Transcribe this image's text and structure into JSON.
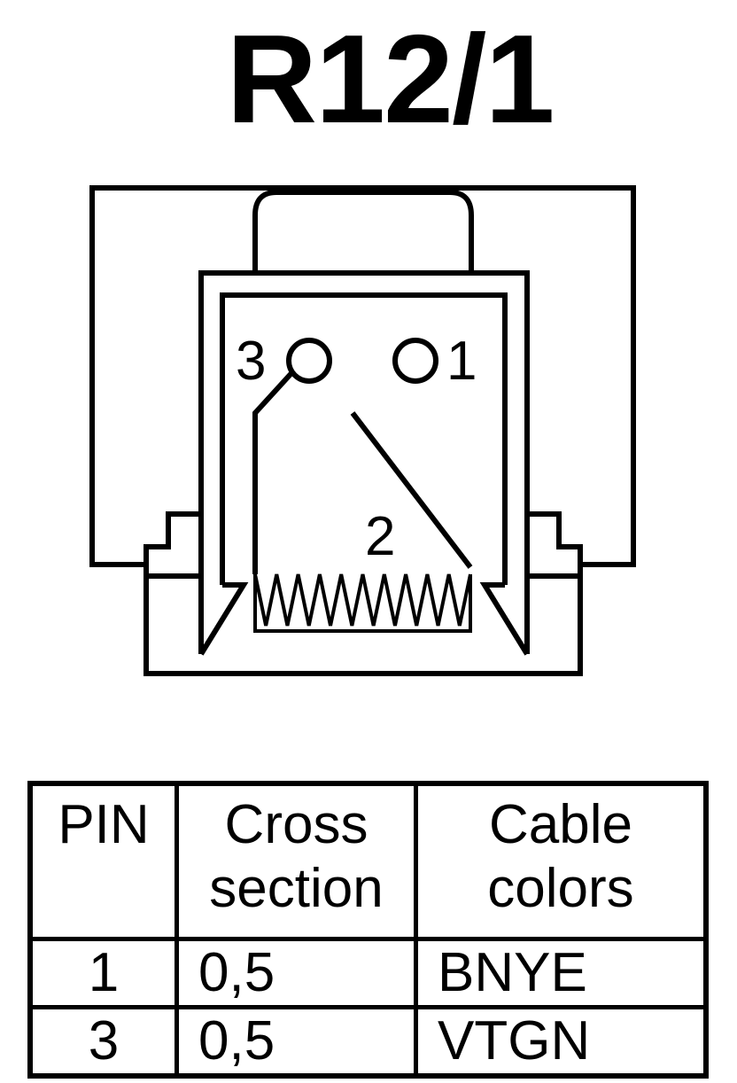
{
  "title": "R12/1",
  "diagram": {
    "pin_labels": [
      "3",
      "1",
      "2"
    ]
  },
  "table": {
    "headers": {
      "pin": "PIN",
      "cross_line1": "Cross",
      "cross_line2": "section",
      "color_line1": "Cable",
      "color_line2": "colors"
    },
    "rows": [
      {
        "pin": "1",
        "cross_section": "0,5",
        "cable_color": "BNYE"
      },
      {
        "pin": "3",
        "cross_section": "0,5",
        "cable_color": "VTGN"
      }
    ]
  }
}
